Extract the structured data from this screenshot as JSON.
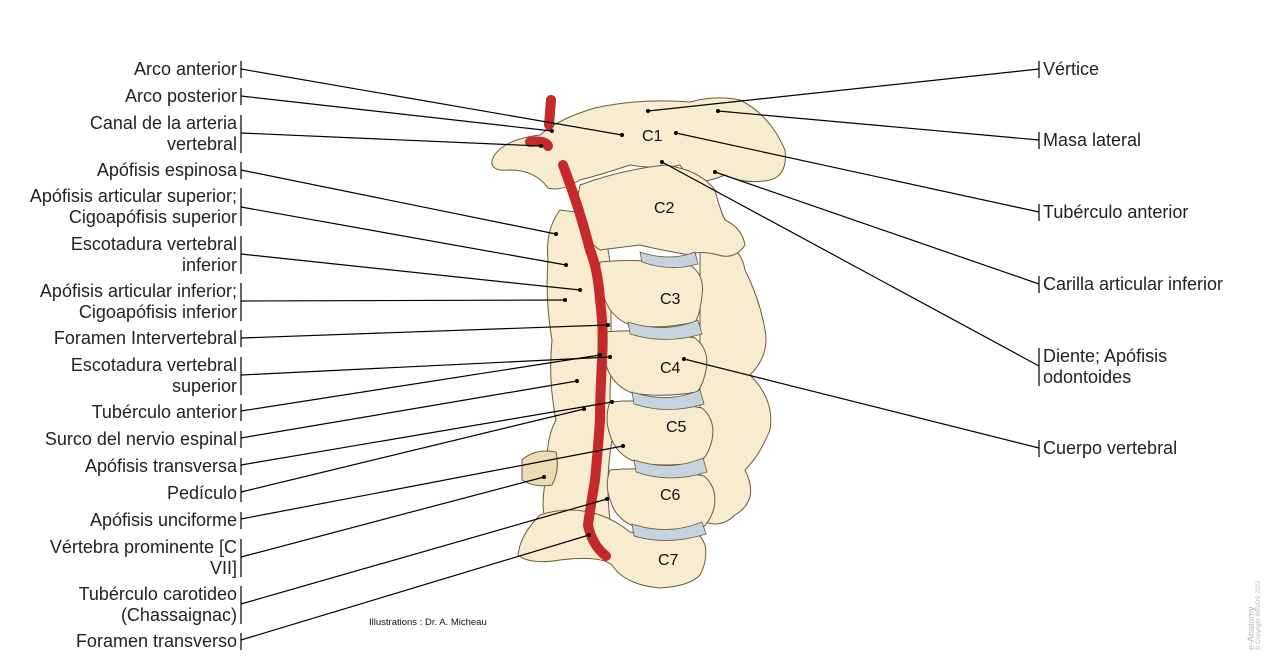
{
  "left_labels": [
    {
      "id": "arco-anterior",
      "lines": [
        "Arco anterior"
      ]
    },
    {
      "id": "arco-posterior",
      "lines": [
        "Arco posterior"
      ]
    },
    {
      "id": "canal-arteria-vertebral",
      "lines": [
        "Canal de la arteria",
        "vertebral"
      ]
    },
    {
      "id": "apofisis-espinosa",
      "lines": [
        "Apófisis espinosa"
      ]
    },
    {
      "id": "apofisis-articular-superior",
      "lines": [
        "Apófisis articular superior;",
        "Cigoapófisis superior"
      ]
    },
    {
      "id": "escotadura-vertebral-inferior",
      "lines": [
        "Escotadura vertebral",
        "inferior"
      ]
    },
    {
      "id": "apofisis-articular-inferior",
      "lines": [
        "Apófisis articular inferior;",
        "Cigoapófisis inferior"
      ]
    },
    {
      "id": "foramen-intervertebral",
      "lines": [
        "Foramen Intervertebral"
      ]
    },
    {
      "id": "escotadura-vertebral-superior",
      "lines": [
        "Escotadura vertebral",
        "superior"
      ]
    },
    {
      "id": "tuberculo-anterior-left",
      "lines": [
        "Tubérculo anterior"
      ]
    },
    {
      "id": "surco-nervio-espinal",
      "lines": [
        "Surco del nervio espinal"
      ]
    },
    {
      "id": "apofisis-transversa",
      "lines": [
        "Apófisis transversa"
      ]
    },
    {
      "id": "pediculo",
      "lines": [
        "Pedículo"
      ]
    },
    {
      "id": "apofisis-unciforme",
      "lines": [
        "Apófisis unciforme"
      ]
    },
    {
      "id": "vertebra-prominente",
      "lines": [
        "Vértebra prominente [C",
        "VII]"
      ]
    },
    {
      "id": "tuberculo-carotideo",
      "lines": [
        "Tubérculo carotideo",
        "(Chassaignac)"
      ]
    },
    {
      "id": "foramen-transverso",
      "lines": [
        "Foramen transverso"
      ]
    }
  ],
  "right_labels": [
    {
      "id": "vertice",
      "lines": [
        "Vértice"
      ]
    },
    {
      "id": "masa-lateral",
      "lines": [
        "Masa lateral"
      ]
    },
    {
      "id": "tuberculo-anterior-right",
      "lines": [
        "Tubérculo anterior"
      ]
    },
    {
      "id": "carilla-articular-inferior",
      "lines": [
        "Carilla articular inferior"
      ]
    },
    {
      "id": "diente-apofisis-odontoides",
      "lines": [
        "Diente; Apófisis",
        "odontoides"
      ]
    },
    {
      "id": "cuerpo-vertebral",
      "lines": [
        "Cuerpo vertebral"
      ]
    }
  ],
  "vertebrae": [
    "C1",
    "C2",
    "C3",
    "C4",
    "C5",
    "C6",
    "C7"
  ],
  "credit": "Illustrations : Dr. A. Micheau",
  "watermark": {
    "brand": "e-Anatomy",
    "copyright": "© Copyright IMAIOS 2022"
  },
  "colors": {
    "bone": "#f7ecd0",
    "bone_stroke": "#6b5a3a",
    "disc": "#c5d3df",
    "artery": "#c42a2a",
    "line": "#000000"
  }
}
